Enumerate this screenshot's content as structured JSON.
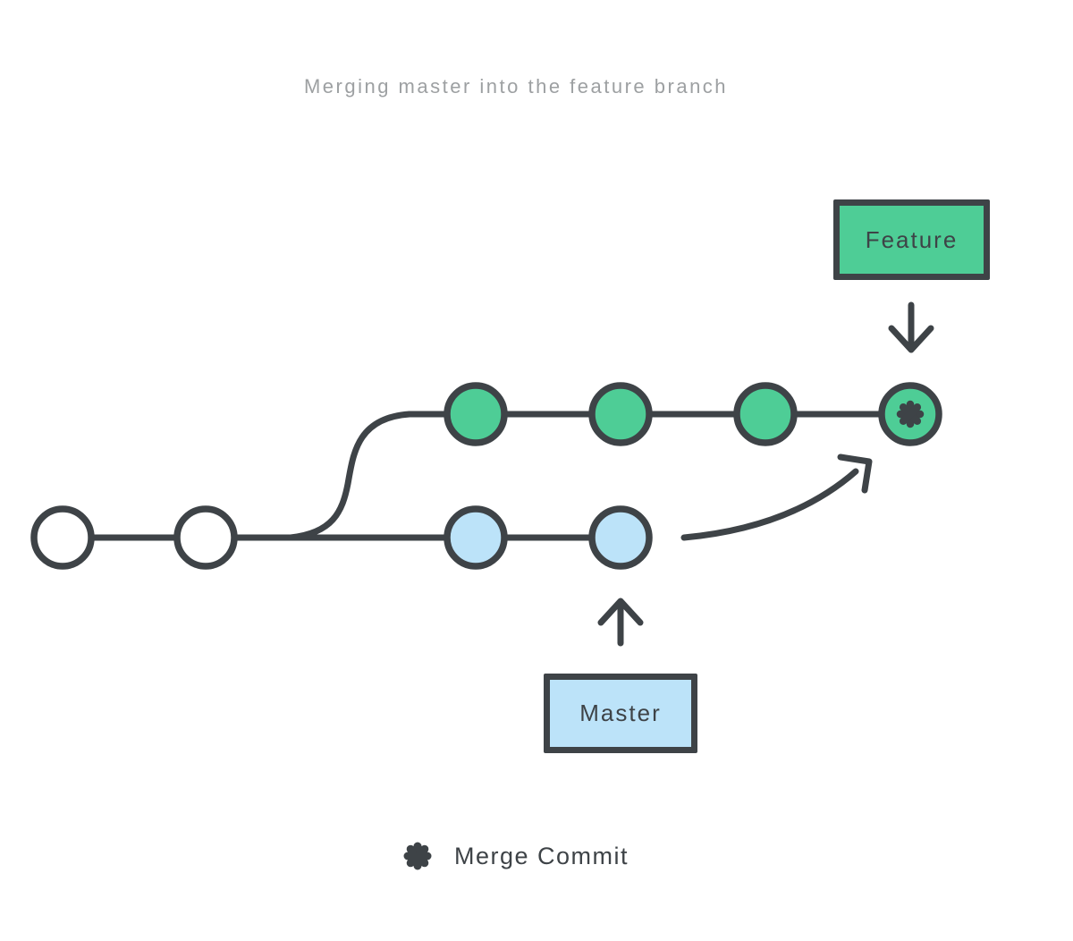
{
  "title": "Merging master into the feature branch",
  "labels": {
    "feature": "Feature",
    "master": "Master"
  },
  "legend": {
    "symbol": "merge-commit-asterisk-icon",
    "label": "Merge Commit"
  },
  "colors": {
    "stroke": "#3e4347",
    "feature_fill": "#4ecd96",
    "master_fill": "#bce3f9",
    "base_fill": "#ffffff",
    "title_text": "#9da0a2",
    "background": "#ffffff"
  },
  "graph": {
    "shared_base_commits": 2,
    "feature_branch": {
      "color_key": "feature_fill",
      "commit_count": 3,
      "ends_with_merge_commit": true,
      "label": "Feature"
    },
    "master_branch": {
      "color_key": "master_fill",
      "commit_count": 2,
      "label": "Master"
    },
    "merge_arrow": "master tip merges into feature merge commit"
  }
}
